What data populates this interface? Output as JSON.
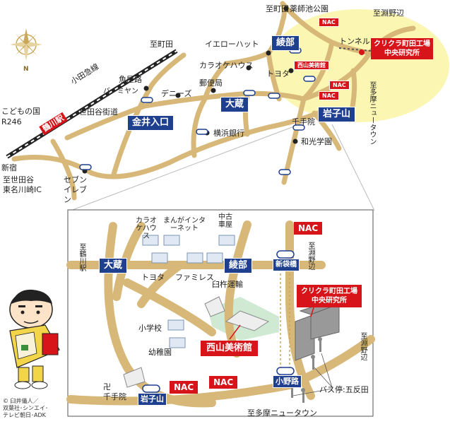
{
  "colors": {
    "road": "#d7b878",
    "highlight": "#fbf6b2",
    "station_blue": "#1f3f8f",
    "nac_red": "#d7141a",
    "rail_dark": "#222222",
    "park_green": "#cfe9d3"
  },
  "compass": {
    "north": "N",
    "icon": "compass-rose-icon"
  },
  "overview": {
    "labels": {
      "to_machida_top": "至町田",
      "yakushi_park": "薬師池公園",
      "to_fuchinobe_top": "至淵野辺",
      "to_machida_rail": "至町田",
      "yellow_hat": "イエローハット",
      "karaoke_house": "カラオケハウス",
      "toyota": "トヨタ",
      "tunnel": "トンネル",
      "uoyaji": "魚屋路",
      "bamiyan": "バーミヤン",
      "dennys": "デニーズ",
      "post_office": "郵便局",
      "odakyu_line": "小田急線",
      "kodomo_no_kuni": "こどもの国",
      "r246": "R246",
      "setagaya_road": "世田谷街道",
      "yokohama_bank": "横浜銀行",
      "senjuin": "千手院",
      "wako_gakuen": "和光学園",
      "to_tama_nt": "至多摩ニュータウン",
      "shinjuku": "新宿",
      "to_setagaya": "至世田谷",
      "tomei_kawasaki": "東名川崎IC",
      "seven_eleven": "セブンイレブン"
    },
    "stations": {
      "tsurukawa": "鶴川駅",
      "kanai": "金井入口",
      "okura": "大蔵",
      "ayabe": "綾部",
      "iwagoyama": "岩子山"
    },
    "nac": [
      "NAC",
      "NAC",
      "NAC"
    ],
    "museum_small": "西山美術館",
    "kurikura_box": [
      "クリクラ町田工場",
      "中央研究所"
    ]
  },
  "detail": {
    "labels": {
      "karaoke_house": "カラオケハウス",
      "manga_internet": "まんがインターネット",
      "used_car": "中古車屋",
      "to_tsurukawa": "至鶴川駅",
      "to_fuchinobe_1": "至淵野辺",
      "to_fuchinobe_2": "至淵野辺",
      "toyota": "トヨタ",
      "familymart": "ファミレス",
      "usukine_unyu": "臼杵運輸",
      "elementary_school": "小学校",
      "kindergarten": "幼稚園",
      "temple_mark": "卍",
      "senjuin": "千手院",
      "bus_stop": "バス停:五反田",
      "to_tama_nt": "至多摩ニュータウン"
    },
    "stations": {
      "okura": "大蔵",
      "ayabe": "綾部",
      "shinfukurobashi": "新袋橋",
      "onoji": "小野路",
      "iwagoyama": "岩子山"
    },
    "nac": [
      "NAC",
      "NAC",
      "NAC"
    ],
    "museum": "西山美術館",
    "kurikura_box": [
      "クリクラ町田工場",
      "中央研究所"
    ]
  },
  "copyright": [
    "© 臼井儀人／",
    "双葉社･シンエイ･",
    "テレビ朝日･ADK"
  ]
}
